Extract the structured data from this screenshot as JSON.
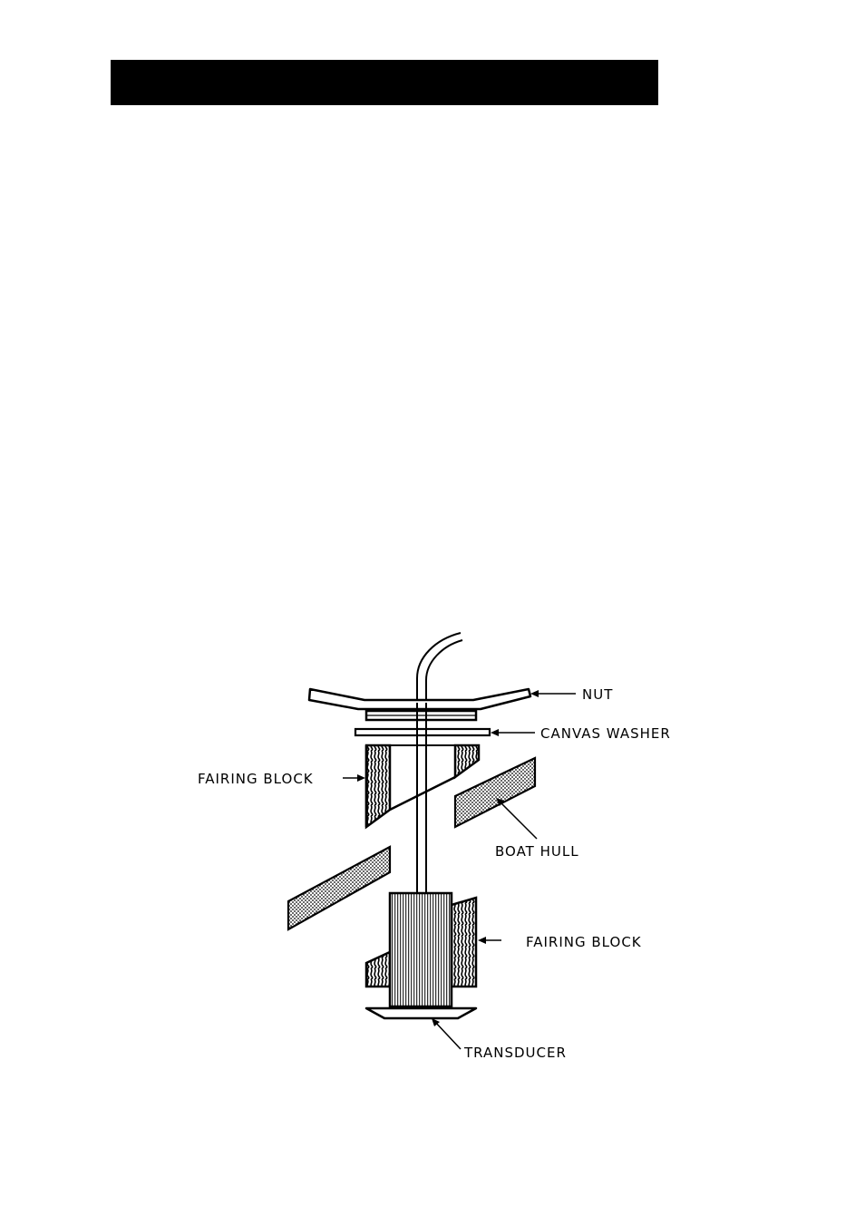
{
  "header": {
    "bar_color": "#000000"
  },
  "diagram": {
    "labels": {
      "nut": "NUT",
      "canvas_washer": "CANVAS WASHER",
      "fairing_block_upper": "FAIRING BLOCK",
      "boat_hull": "BOAT HULL",
      "fairing_block_lower": "FAIRING BLOCK",
      "transducer": "TRANSDUCER"
    }
  }
}
